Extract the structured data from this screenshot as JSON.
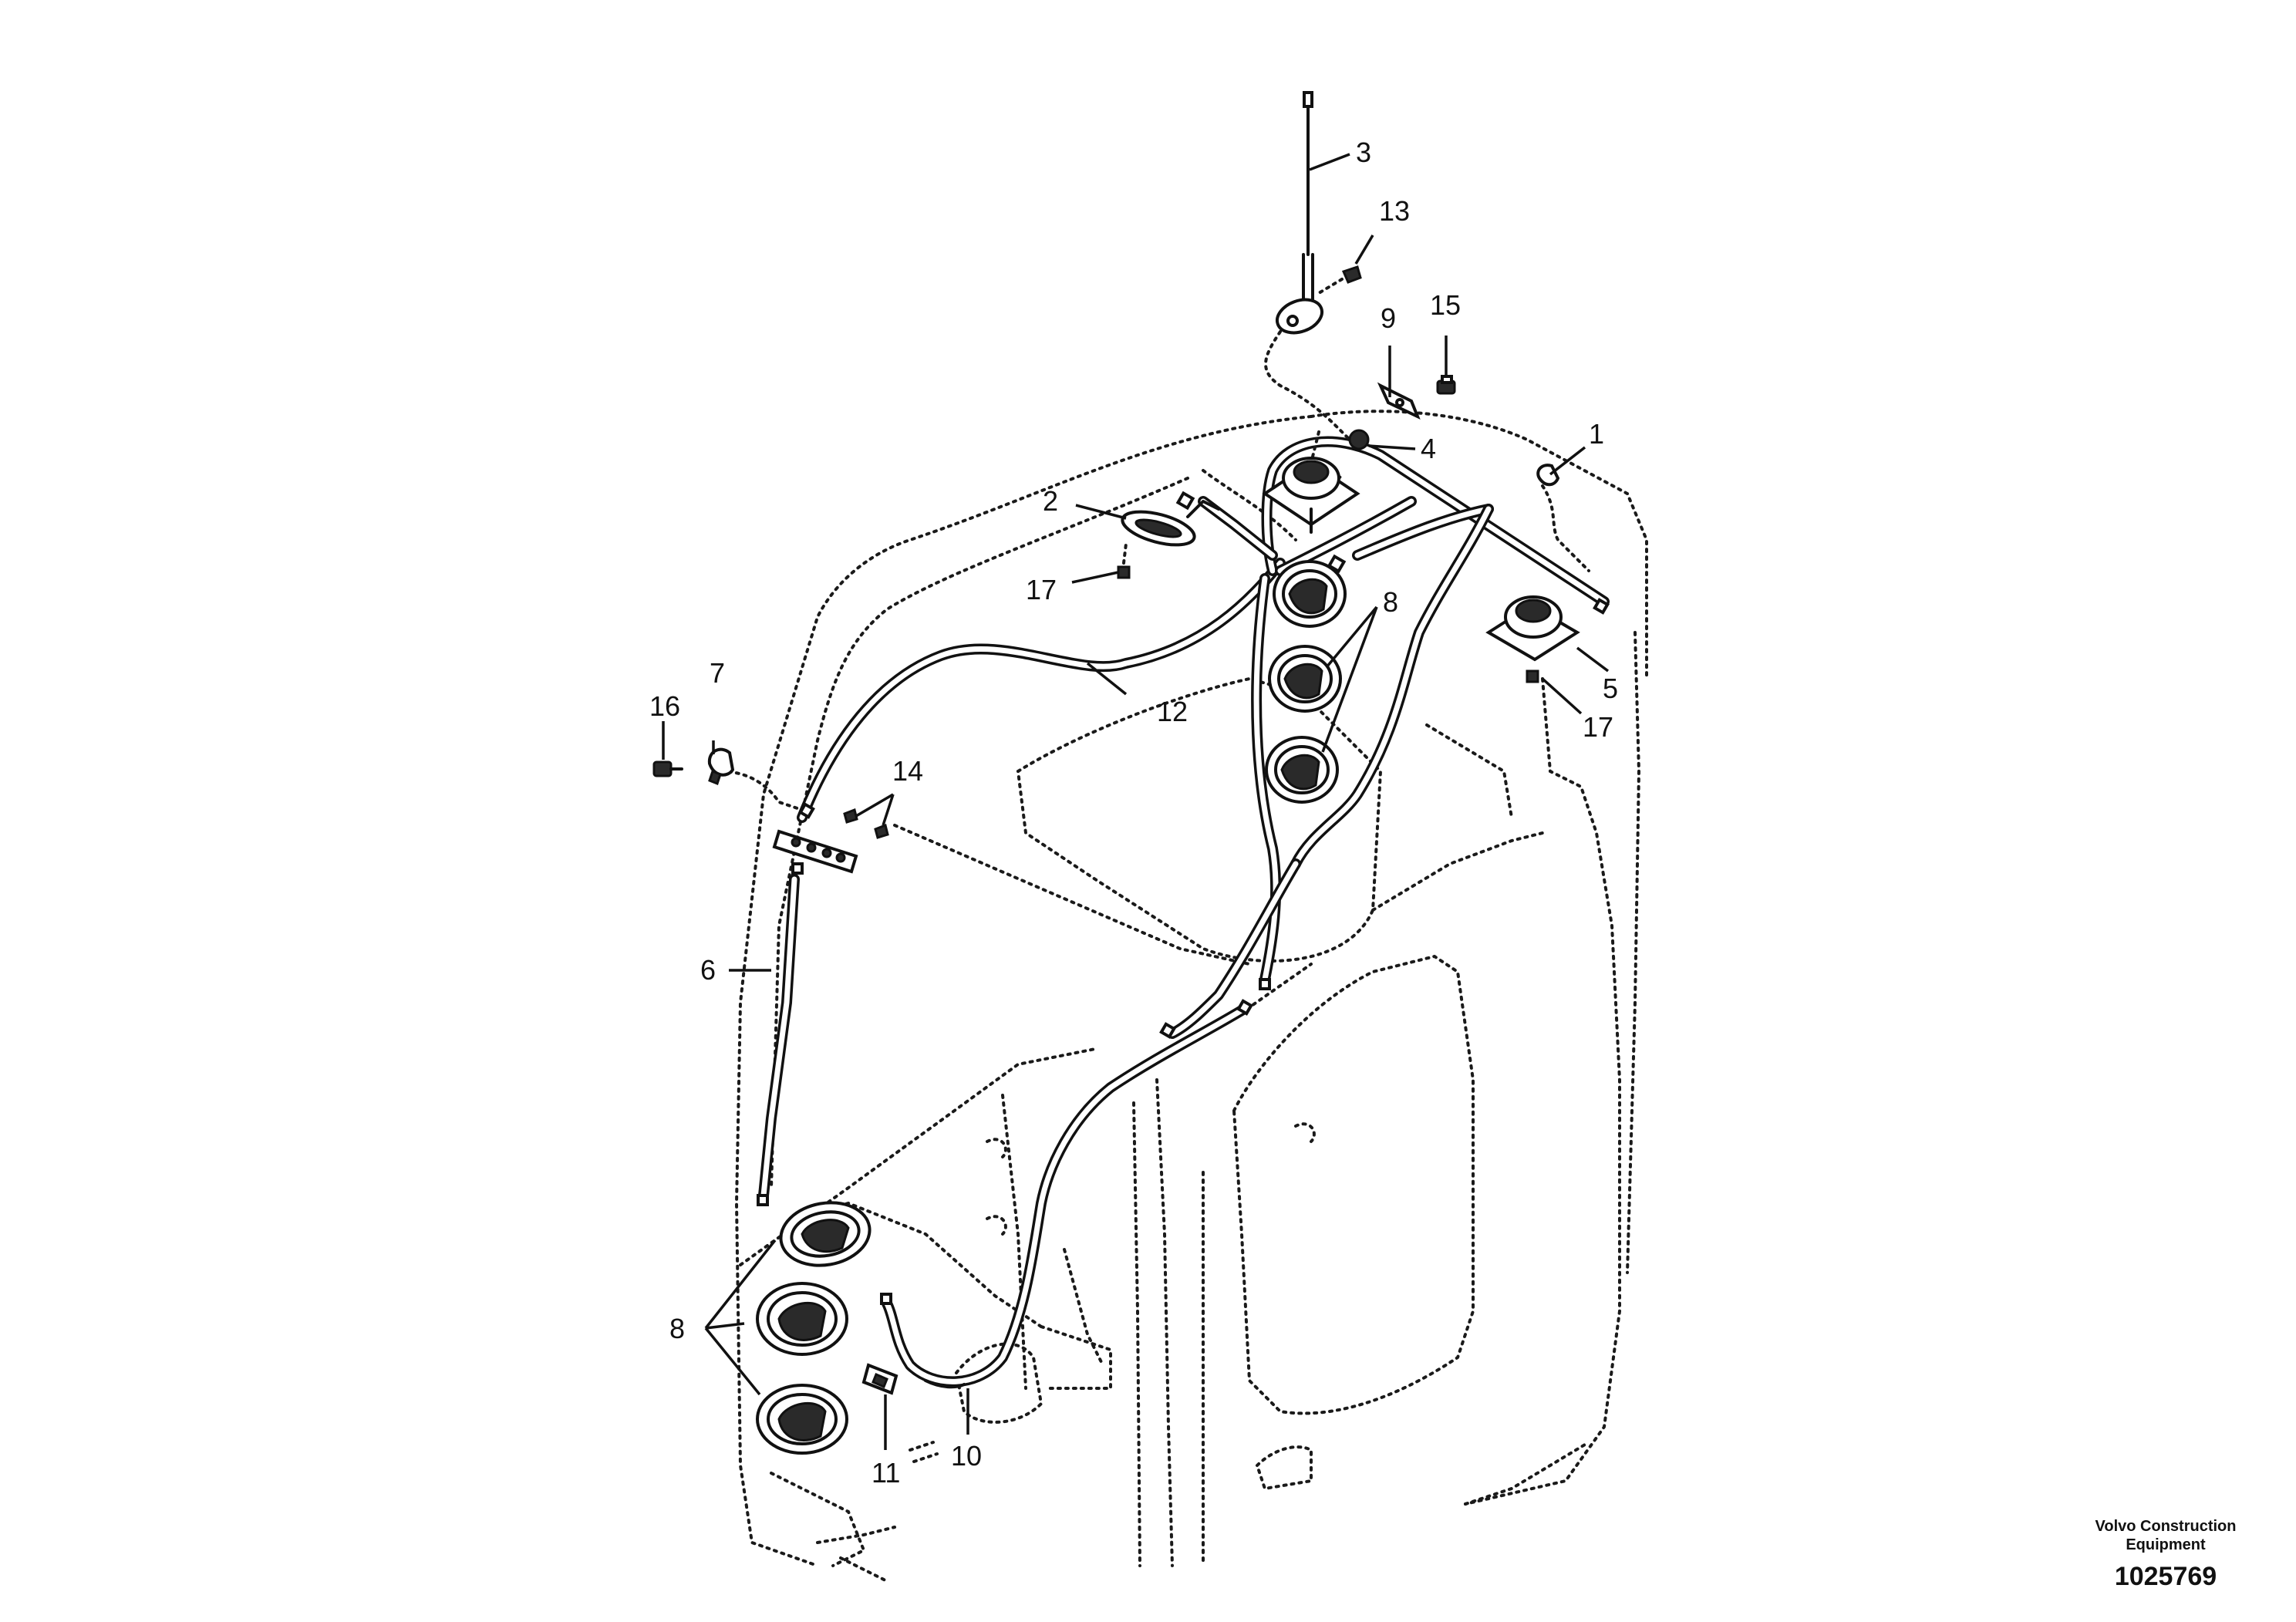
{
  "callouts": {
    "c1": "1",
    "c2": "2",
    "c3": "3",
    "c4": "4",
    "c5": "5",
    "c6": "6",
    "c7": "7",
    "c8a": "8",
    "c8b": "8",
    "c9": "9",
    "c10": "10",
    "c11": "11",
    "c12": "12",
    "c13": "13",
    "c14": "14",
    "c15": "15",
    "c16": "16",
    "c17a": "17",
    "c17b": "17"
  },
  "footer": {
    "brand_line1": "Volvo Construction",
    "brand_line2": "Equipment",
    "doc_number": "1025769"
  }
}
